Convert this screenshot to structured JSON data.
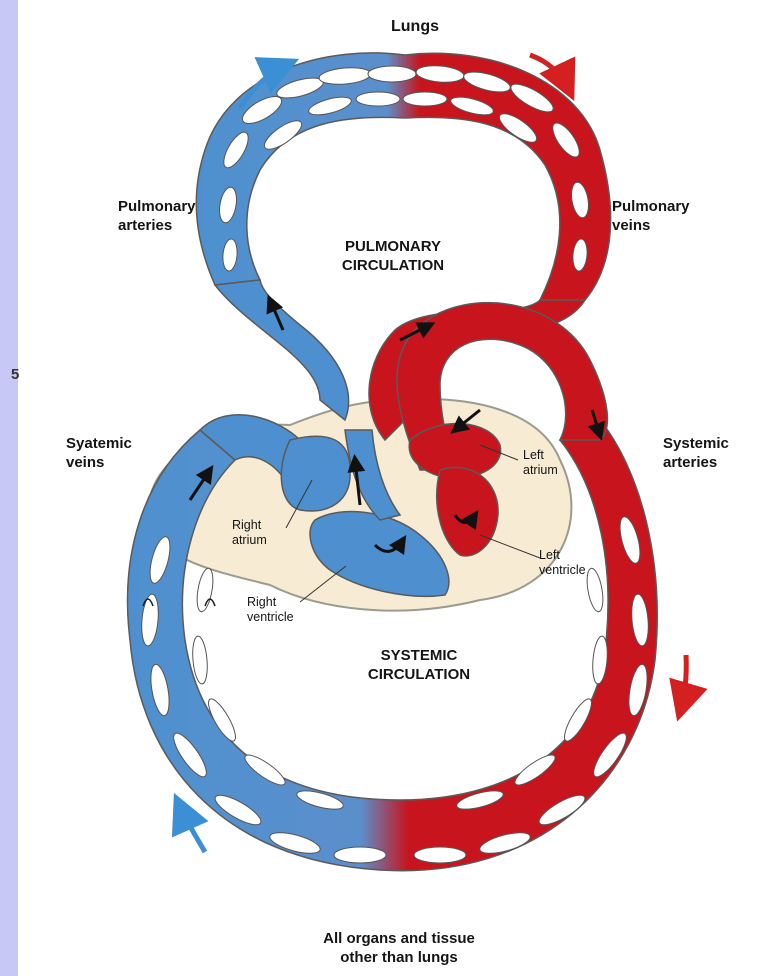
{
  "labels": {
    "lungs": "Lungs",
    "pulmonary_arteries": [
      "Pulmonary",
      "arteries"
    ],
    "pulmonary_veins": [
      "Pulmonary",
      "veins"
    ],
    "pulmonary_circulation": [
      "PULMONARY",
      "CIRCULATION"
    ],
    "systemic_veins": [
      "Syatemic",
      "veins"
    ],
    "systemic_arteries": [
      "Systemic",
      "arteries"
    ],
    "right_atrium": [
      "Right",
      "atrium"
    ],
    "right_ventricle": [
      "Right",
      "ventricle"
    ],
    "left_atrium": [
      "Left",
      "atrium"
    ],
    "left_ventricle": [
      "Left",
      "ventricle"
    ],
    "systemic_circulation": [
      "SYSTEMIC",
      "CIRCULATION"
    ],
    "organs": [
      "All organs and tissue",
      "other than lungs"
    ],
    "stray_mark": "5"
  },
  "colors": {
    "deoxygenated_blood": "#4e90cf",
    "oxygenated_blood": "#c8141c",
    "heart_tissue": "#f7ecd3",
    "flow_arrow_blue": "#3b8fd4",
    "flow_arrow_red": "#d42020",
    "side_strip": "#c8c8f6"
  }
}
